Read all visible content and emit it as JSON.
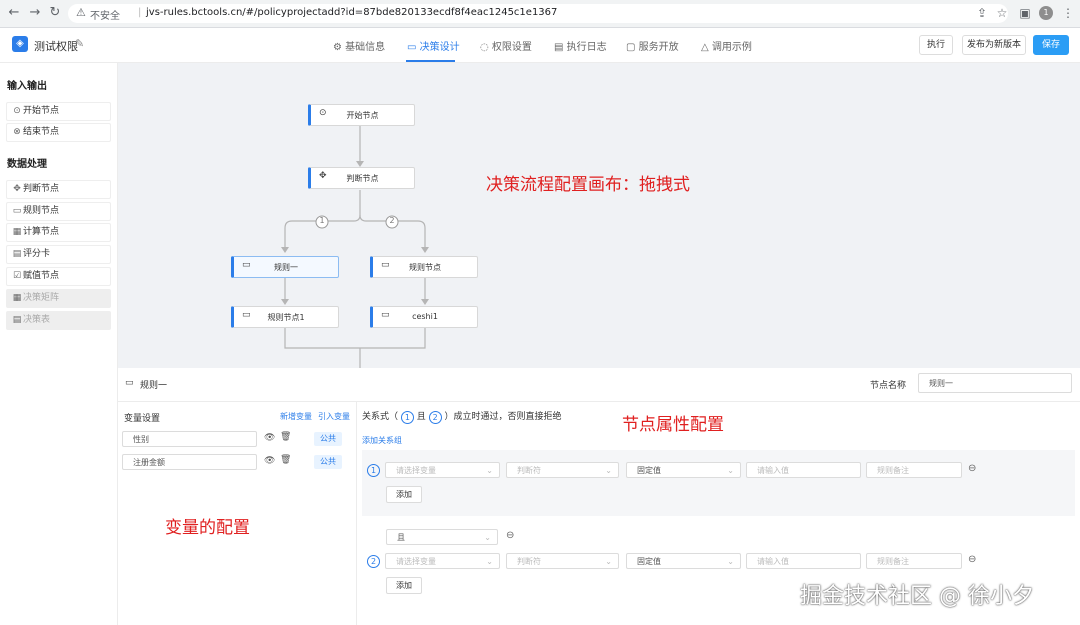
{
  "browser": {
    "insecure_label": "不安全",
    "url": "jvs-rules.bctools.cn/#/policyprojectadd?id=87bde820133ecdf8f4eac1245c1e1367",
    "avatar_letter": "1"
  },
  "app": {
    "title": "测试权限",
    "tabs": [
      "基础信息",
      "决策设计",
      "权限设置",
      "执行日志",
      "服务开放",
      "调用示例"
    ],
    "buttons": {
      "run": "执行",
      "publish": "发布为新版本",
      "save": "保存"
    }
  },
  "sidebar": {
    "io_title": "输入输出",
    "io_items": [
      "开始节点",
      "结束节点"
    ],
    "data_title": "数据处理",
    "data_items": [
      "判断节点",
      "规则节点",
      "计算节点",
      "评分卡",
      "赋值节点",
      "决策矩阵",
      "决策表"
    ]
  },
  "canvas": {
    "nodes": {
      "start": "开始节点",
      "judge": "判断节点",
      "rule1": "规则一",
      "rule2": "规则节点",
      "rule3": "规则节点1",
      "ceshi": "ceshi1"
    },
    "branch_labels": [
      "1",
      "2"
    ],
    "annotation": "决策流程配置画布：拖拽式"
  },
  "props": {
    "title": "规则一",
    "node_name_label": "节点名称",
    "node_name_value": "规则一",
    "var_settings": "变量设置",
    "new_var": "新增变量",
    "import_var": "引入变量",
    "vars": [
      {
        "name": "性别",
        "tag": "公共"
      },
      {
        "name": "注册金额",
        "tag": "公共"
      }
    ],
    "var_annotation": "变量的配置",
    "relation_prefix": "关系式（",
    "relation_and": "且",
    "relation_suffix": "）成立时通过，否则直接拒绝",
    "relation_nums": [
      "1",
      "2"
    ],
    "add_group": "添加关系组",
    "node_annotation": "节点属性配置",
    "row_placeholders": {
      "var": "请选择变量",
      "op": "判断符",
      "type": "固定值",
      "value": "请输入值",
      "remark": "规则备注"
    },
    "add_btn": "添加",
    "logic_select": "且"
  },
  "watermark": "掘金技术社区 @ 徐小夕",
  "colors": {
    "accent": "#2b7de9",
    "annotation": "#e02020",
    "canvas_bg": "#f0f2f5"
  }
}
